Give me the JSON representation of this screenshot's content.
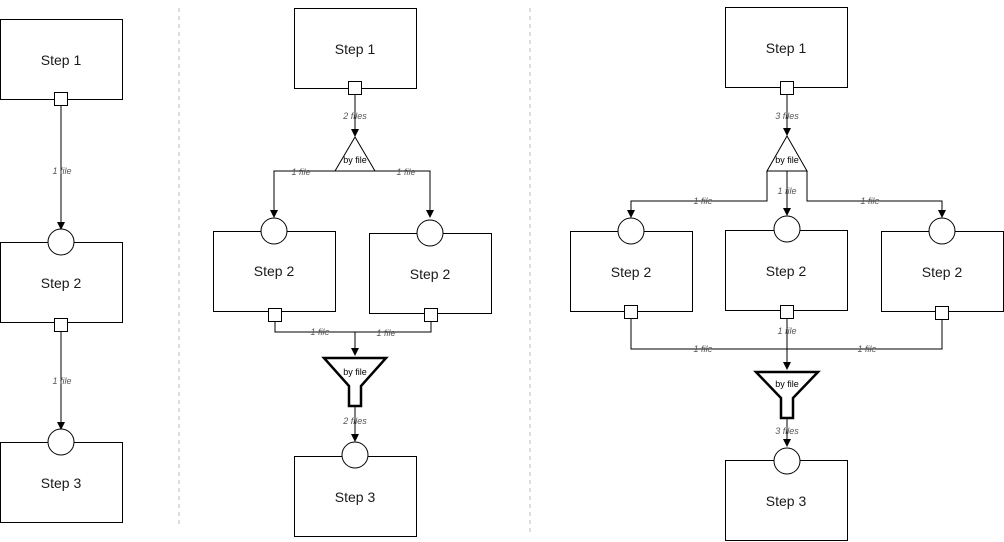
{
  "panel_a": {
    "step1": "Step 1",
    "step2": "Step 2",
    "step3": "Step 3",
    "edge1": "1 file",
    "edge2": "1 file"
  },
  "panel_b": {
    "step1": "Step 1",
    "step2_left": "Step 2",
    "step2_right": "Step 2",
    "step3": "Step 3",
    "split_in": "2 files",
    "split_node": "by file",
    "split_left": "1 file",
    "split_right": "1 file",
    "merge_left": "1 file",
    "merge_right": "1 file",
    "merge_node": "by file",
    "merge_out": "2 files"
  },
  "panel_c": {
    "step1": "Step 1",
    "step2_left": "Step 2",
    "step2_mid": "Step 2",
    "step2_right": "Step 2",
    "step3": "Step 3",
    "split_in": "3 files",
    "split_node": "by file",
    "split_left": "1 file",
    "split_mid": "1 file",
    "split_right": "1 file",
    "merge_left": "1 file",
    "merge_mid": "1 file",
    "merge_right": "1 file",
    "merge_node": "by file",
    "merge_out": "3 files"
  }
}
